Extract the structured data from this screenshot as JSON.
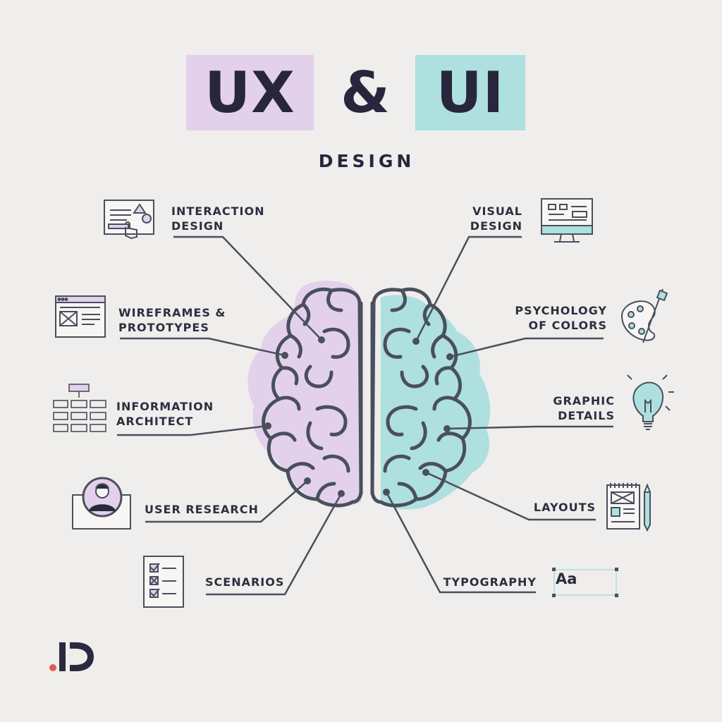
{
  "title": {
    "left_word": "UX",
    "ampersand": "&",
    "right_word": "UI",
    "subtitle": "DESIGN"
  },
  "colors": {
    "background": "#efeeec",
    "ux_accent": "#e3d1ec",
    "ui_accent": "#ade0df",
    "ink": "#2a2a3f",
    "line": "#4a4f5c",
    "logo_dot": "#e05a4f"
  },
  "ux_topics": [
    {
      "label": "INTERACTION\nDESIGN",
      "icon": "interaction-design-icon"
    },
    {
      "label": "WIREFRAMES &\nPROTOTYPES",
      "icon": "wireframe-window-icon"
    },
    {
      "label": "INFORMATION\nARCHITECT",
      "icon": "sitemap-icon"
    },
    {
      "label": "USER RESEARCH",
      "icon": "user-laptop-icon"
    },
    {
      "label": "SCENARIOS",
      "icon": "checklist-icon"
    }
  ],
  "ui_topics": [
    {
      "label": "VISUAL\nDESIGN",
      "icon": "monitor-icon"
    },
    {
      "label": "PSYCHOLOGY\nOF COLORS",
      "icon": "palette-icon"
    },
    {
      "label": "GRAPHIC\nDETAILS",
      "icon": "lightbulb-icon"
    },
    {
      "label": "LAYOUTS",
      "icon": "layout-notepad-icon"
    },
    {
      "label": "TYPOGRAPHY",
      "icon": "typography-icon"
    }
  ],
  "typography_sample": "Aa",
  "logo": "brand-logo"
}
